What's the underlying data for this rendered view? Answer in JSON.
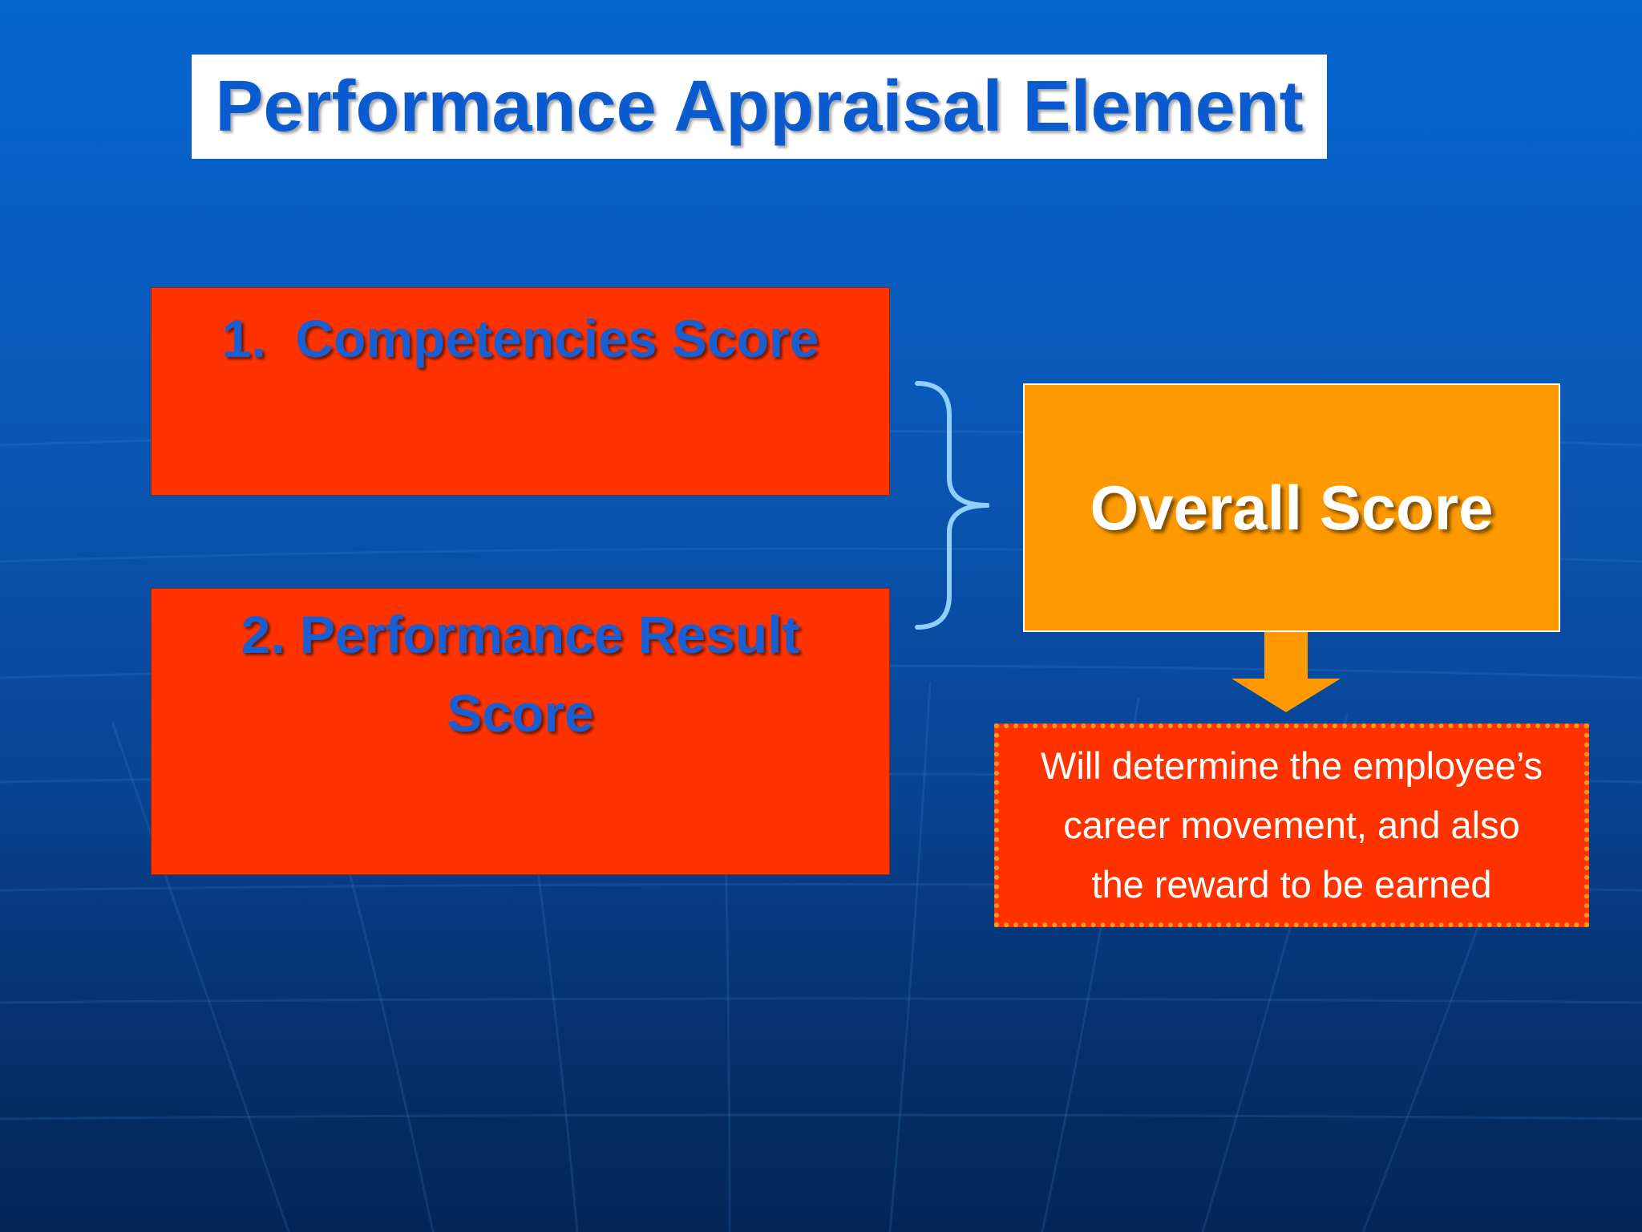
{
  "slide": {
    "title": "Performance Appraisal Element",
    "box1_label": "1.  Competencies Score",
    "box2_line1": "2. Performance Result",
    "box2_line2": "Score",
    "overall_label": "Overall Score",
    "note_lines": [
      "Will determine the employee’s",
      "career movement, and also",
      "the reward to be earned"
    ]
  },
  "colors": {
    "background": "#0a57b6",
    "title_text": "#0a5ad0",
    "red_box": "#ff3300",
    "overall_box": "#ff9900",
    "brace": "#8fd0ff",
    "arrow": "#ff9900"
  }
}
